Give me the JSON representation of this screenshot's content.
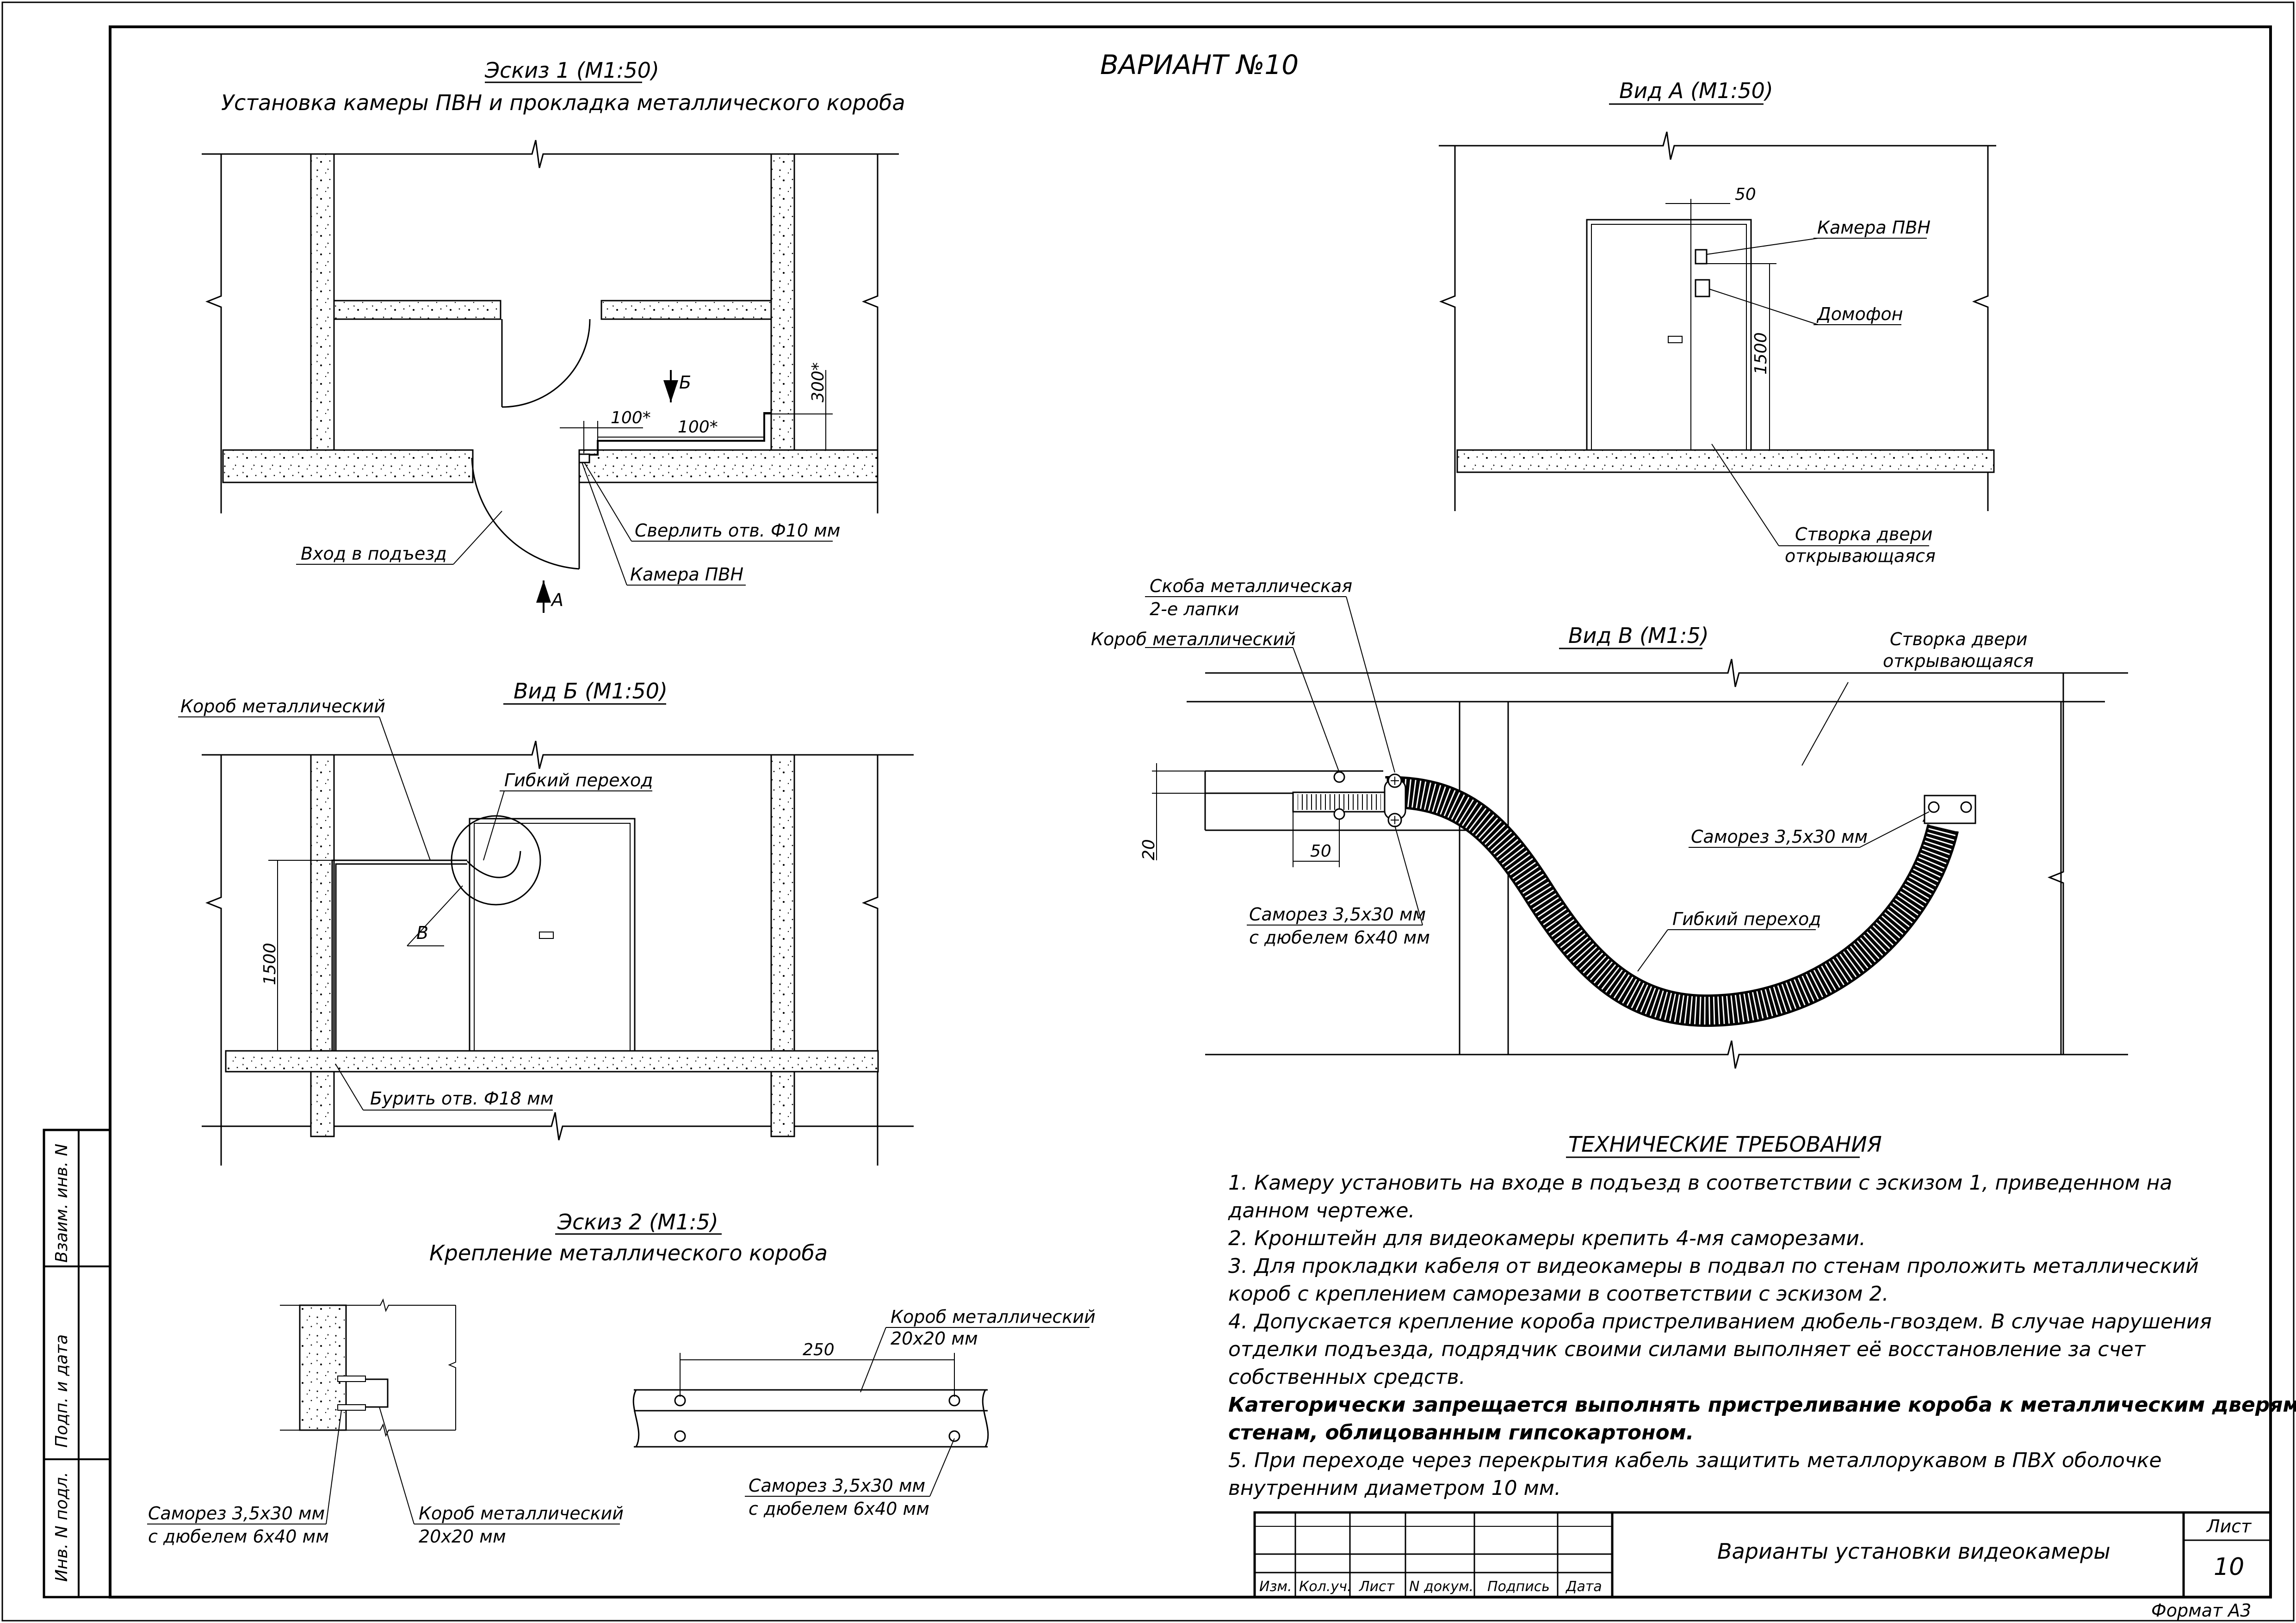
{
  "sheet": {
    "variant": "ВАРИАНТ №10",
    "format": "Формат А3"
  },
  "sketch1": {
    "title": "Эскиз 1 (М1:50)",
    "subtitle": "Установка камеры ПВН и прокладка металлического короба",
    "arrow_b": "Б",
    "arrow_a": "А",
    "dim_100_a": "100*",
    "dim_100_b": "100*",
    "dim_300": "300*",
    "lbl_drill": "Сверлить отв. Ф10 мм",
    "lbl_camera": "Камера ПВН",
    "lbl_entry": "Вход в подъезд"
  },
  "view_a": {
    "title": "Вид А (М1:50)",
    "dim_50": "50",
    "dim_1500": "1500",
    "lbl_camera": "Камера ПВН",
    "lbl_intercom": "Домофон",
    "lbl_leaf_1": "Створка двери",
    "lbl_leaf_2": "открывающаяся"
  },
  "view_b": {
    "title": "Вид Б (М1:50)",
    "lbl_box": "Короб металлический",
    "lbl_flex": "Гибкий переход",
    "lbl_v": "В",
    "dim_1500": "1500",
    "lbl_drill": "Бурить отв. Ф18 мм"
  },
  "view_v": {
    "title": "Вид В (М1:5)",
    "lbl_bracket_1": "Скоба металлическая",
    "lbl_bracket_2": "2-е лапки",
    "lbl_box": "Короб металлический",
    "lbl_leaf_1": "Створка двери",
    "lbl_leaf_2": "открывающаяся",
    "lbl_screw": "Саморез 3,5х30 мм",
    "lbl_screw_dowel_1": "Саморез 3,5х30 мм",
    "lbl_screw_dowel_2": "с дюбелем 6х40 мм",
    "lbl_flex": "Гибкий переход",
    "dim_20": "20",
    "dim_50": "50"
  },
  "sketch2": {
    "title": "Эскиз 2 (М1:5)",
    "subtitle": "Крепление металлического короба",
    "lbl_screw_1": "Саморез 3,5х30 мм",
    "lbl_screw_2": "с дюбелем 6х40 мм",
    "lbl_box_1": "Короб металлический",
    "lbl_box_2": "20х20 мм",
    "dim_250": "250",
    "lbl_box_r1": "Короб металлический",
    "lbl_box_r2": "20х20 мм",
    "lbl_screw_r1": "Саморез 3,5х30 мм",
    "lbl_screw_r2": "с дюбелем 6х40 мм"
  },
  "requirements": {
    "title": "ТЕХНИЧЕСКИЕ ТРЕБОВАНИЯ",
    "lines": [
      "1. Камеру установить на входе в подъезд в соответствии с эскизом 1, приведенном на",
      "данном чертеже.",
      "2. Кронштейн для видеокамеры крепить 4-мя саморезами.",
      "3. Для прокладки кабеля от видеокамеры в подвал по стенам проложить металлический",
      "короб с креплением саморезами в соответствии с эскизом 2.",
      "4. Допускается крепление короба пристреливанием дюбель-гвоздем. В случае нарушения",
      "отделки подъезда, подрядчик своими силами выполняет её восстановление за счет",
      "собственных средств."
    ],
    "bold_lines": [
      "Категорически запрещается выполнять пристреливание короба к металлическим дверям и",
      "стенам, облицованным гипсокартоном."
    ],
    "tail_lines": [
      "5. При переходе через перекрытия кабель защитить металлорукавом в ПВХ оболочке",
      "внутренним диаметром 10 мм."
    ]
  },
  "stamp": {
    "title": "Варианты установки видеокамеры",
    "sheet_label": "Лист",
    "sheet_num": "10",
    "cols": [
      "Изм.",
      "Кол.уч.",
      "Лист",
      "N докум.",
      "Подпись",
      "Дата"
    ]
  },
  "side_stamp": [
    "Инв. N подл.",
    "Подп. и дата",
    "Взаим. инв. N"
  ]
}
